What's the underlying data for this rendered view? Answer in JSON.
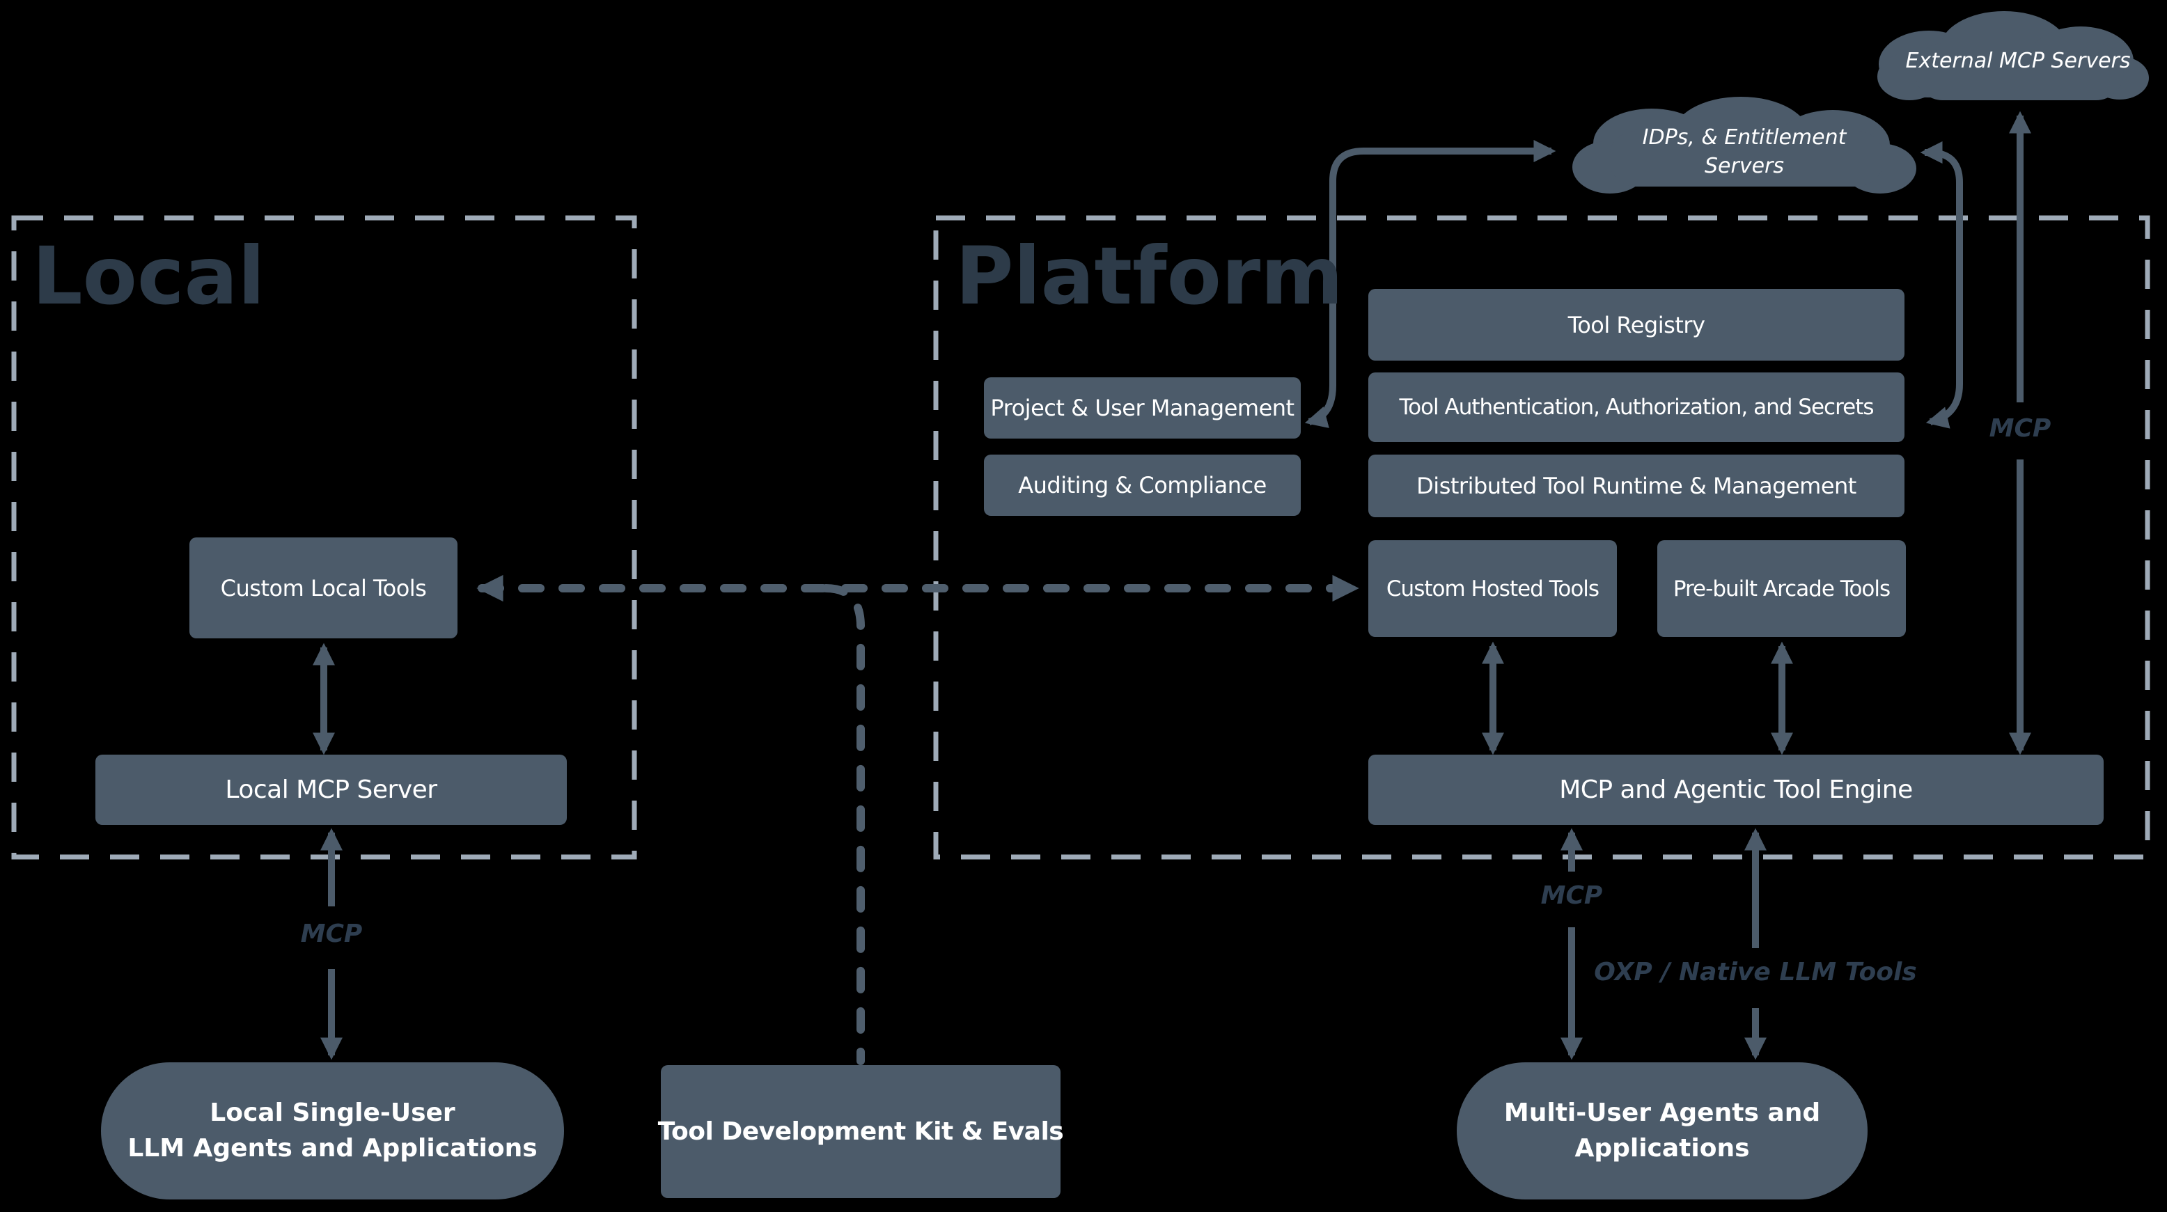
{
  "colors": {
    "background": "#000000",
    "node_fill": "#4c5b6a",
    "node_text": "#ffffff",
    "region_border": "#9fabb8",
    "region_title": "#2d3b49",
    "edge": "#4c5b6a",
    "edge_label": "#2e3e50"
  },
  "regions": {
    "local": {
      "title": "Local"
    },
    "platform": {
      "title": "Platform"
    }
  },
  "clouds": {
    "external_mcp": {
      "label": "External MCP Servers"
    },
    "idps": {
      "label": "IDPs, & Entitlement\nServers"
    }
  },
  "nodes": {
    "tool_registry": {
      "label": "Tool Registry"
    },
    "project_user_management": {
      "label": "Project & User Management"
    },
    "tool_auth": {
      "label": "Tool Authentication, Authorization, and Secrets"
    },
    "auditing_compliance": {
      "label": "Auditing & Compliance"
    },
    "distributed_runtime": {
      "label": "Distributed Tool Runtime & Management"
    },
    "custom_hosted_tools": {
      "label": "Custom Hosted Tools"
    },
    "prebuilt_arcade_tools": {
      "label": "Pre-built Arcade Tools"
    },
    "mcp_agentic_engine": {
      "label": "MCP and Agentic Tool Engine"
    },
    "custom_local_tools": {
      "label": "Custom Local Tools"
    },
    "local_mcp_server": {
      "label": "Local MCP Server"
    },
    "local_single_user_agents": {
      "label": "Local Single-User\nLLM Agents and Applications"
    },
    "tool_dev_kit": {
      "label": "Tool Development Kit & Evals"
    },
    "multi_user_agents": {
      "label": "Multi-User Agents and\nApplications"
    }
  },
  "edge_labels": {
    "mcp_local": "MCP",
    "mcp_engine": "MCP",
    "oxp_native": "OXP / Native LLM Tools",
    "mcp_external": "MCP"
  }
}
